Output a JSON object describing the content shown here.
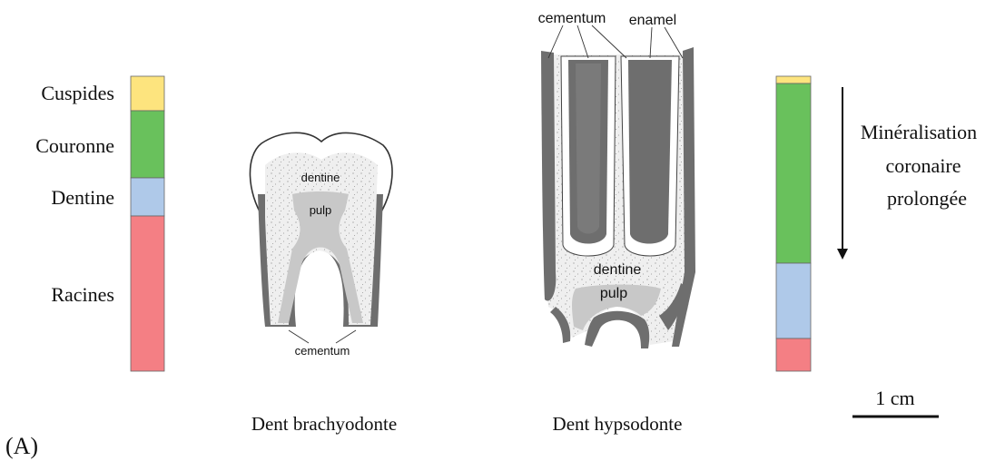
{
  "figure_label": "(A)",
  "left_bar": {
    "segments": [
      {
        "label": "Cuspides",
        "color": "#FDE47E"
      },
      {
        "label": "Couronne",
        "color": "#69C15C"
      },
      {
        "label": "Dentine",
        "color": "#AFC9E9"
      },
      {
        "label": "Racines",
        "color": "#F47F84"
      }
    ]
  },
  "brachyodont": {
    "caption": "Dent brachyodonte",
    "dentine_label": "dentine",
    "pulp_label": "pulp",
    "cementum_label": "cementum"
  },
  "hypsodont": {
    "caption": "Dent hypsodonte",
    "cementum_label": "cementum",
    "enamel_label": "enamel",
    "dentine_label": "dentine",
    "pulp_label": "pulp"
  },
  "right_bar": {
    "colors": [
      "#FDE47E",
      "#69C15C",
      "#AFC9E9",
      "#F47F84"
    ]
  },
  "arrow_text": [
    "Minéralisation",
    "coronaire",
    "prolongée"
  ],
  "scale_bar": {
    "label": "1 cm"
  },
  "colors": {
    "enamel": "#ffffff",
    "dentine": "#ececec",
    "pulp": "#c8c8c8",
    "dark_tissue": "#6e6e6e"
  }
}
